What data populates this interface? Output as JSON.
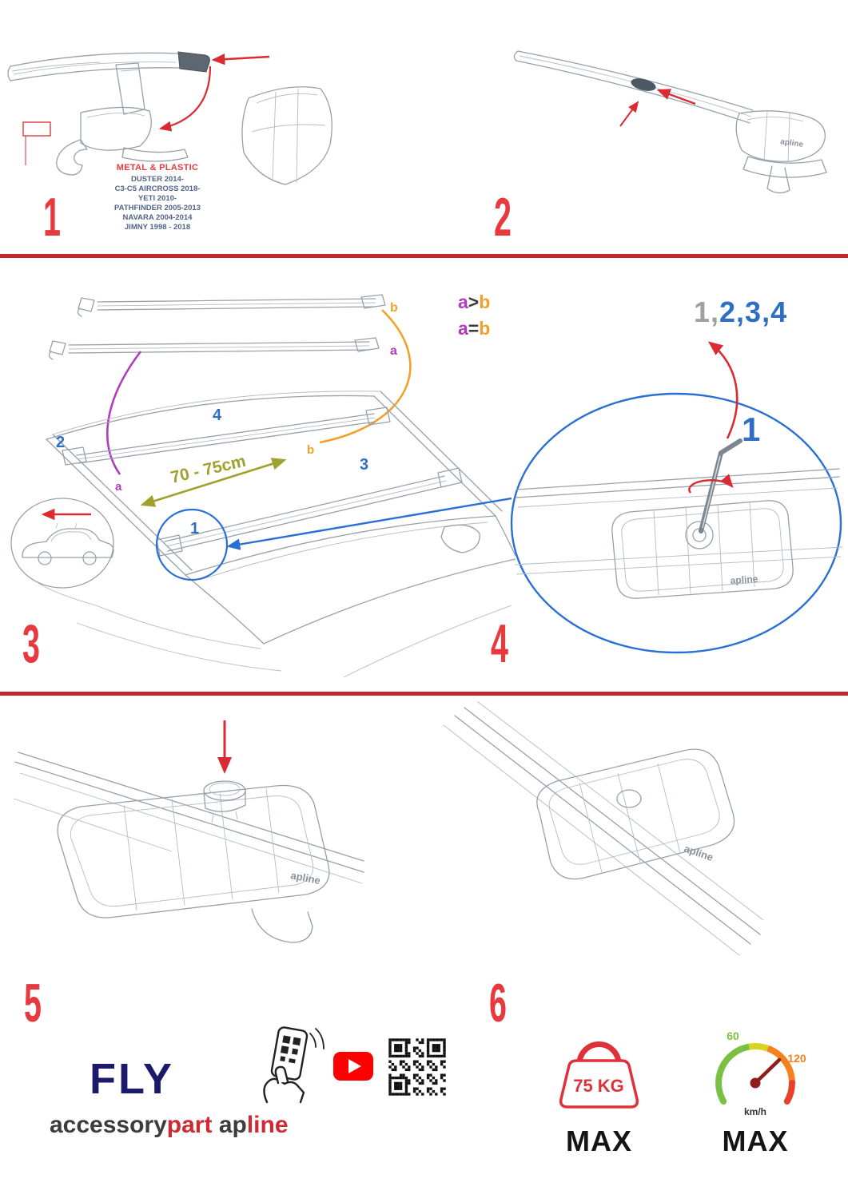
{
  "colors": {
    "step_red": "#e8393f",
    "divider_red": "#c1272d",
    "accent_blue": "#2f6fc1",
    "purple": "#b13cc0",
    "orange": "#f2a02b",
    "olive": "#a0a12c",
    "navy": "#1c1a6b",
    "gray": "#9aa0a6",
    "youtube_red": "#ff0000"
  },
  "steps": {
    "n1": "1",
    "n2": "2",
    "n3": "3",
    "n4": "4",
    "n5": "5",
    "n6": "6"
  },
  "step1": {
    "material": "METAL & PLASTIC",
    "models": [
      "DUSTER 2014-",
      "C3-C5 AIRCROSS 2018-",
      "YETI 2010-",
      "PATHFINDER 2005-2013",
      "NAVARA 2004-2014",
      "JIMNY 1998 - 2018"
    ]
  },
  "step2": {
    "logo": "apline"
  },
  "step3": {
    "float_b": "b",
    "float_a": "a",
    "f1": {
      "a": "a",
      "op": ">",
      "b": "b"
    },
    "f2": {
      "a": "a",
      "op": "=",
      "b": "b"
    },
    "distance": "70 - 75cm",
    "pos2": "2",
    "pos4": "4",
    "pos3": "3",
    "pos1": "1",
    "roof_a": "a",
    "roof_b": "b"
  },
  "step4": {
    "seq_gray": "1,",
    "seq_blue": "2,3,4",
    "callout": "1",
    "logo": "apline"
  },
  "step5": {
    "logo_left": "apline",
    "logo_right": "apline"
  },
  "branding": {
    "product": "FLY",
    "brand1": "accessory",
    "brand2": "part",
    "logo1": "ap",
    "logo2": "line"
  },
  "step6": {
    "weight": "75 KG",
    "weight_max": "MAX",
    "s60": "60",
    "s120": "120",
    "unit": "km/h",
    "speed_max": "MAX"
  }
}
